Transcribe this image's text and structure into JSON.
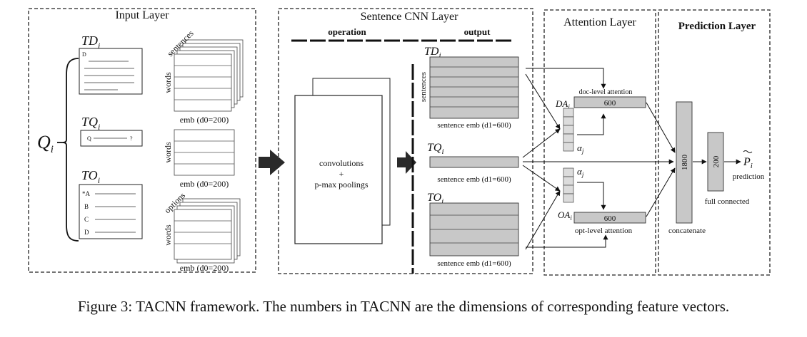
{
  "layers": {
    "input": "Input Layer",
    "cnn": "Sentence CNN Layer",
    "attention": "Attention Layer",
    "prediction": "Prediction Layer"
  },
  "cnn_header": {
    "operation": "operation",
    "output": "output"
  },
  "input": {
    "q": "Q",
    "q_sub": "i",
    "td": {
      "name": "TD",
      "sub": "i",
      "doc_letter": "D"
    },
    "tq": {
      "name": "TQ",
      "sub": "i",
      "q_letter": "Q",
      "qmark": "?"
    },
    "to": {
      "name": "TO",
      "sub": "i",
      "options": [
        "*A",
        "B",
        "C",
        "D"
      ]
    },
    "tensor_td": {
      "depth": "sentences",
      "rows": "words",
      "base": "emb (d0=200)"
    },
    "tensor_tq": {
      "rows": "words",
      "base": "emb (d0=200)"
    },
    "tensor_to": {
      "depth": "options",
      "rows": "words",
      "base": "emb (d0=200)"
    }
  },
  "cnn": {
    "op_line1": "convolutions",
    "op_line2": "+",
    "op_line3": "p-max poolings",
    "out_td": {
      "name": "TD",
      "sub": "i",
      "side": "sentences",
      "caption": "sentence emb (d1=600)"
    },
    "out_tq": {
      "name": "TQ",
      "sub": "i",
      "caption": "sentence emb (d1=600)"
    },
    "out_to": {
      "name": "TO",
      "sub": "i",
      "caption": "sentence emb (d1=600)"
    }
  },
  "attention": {
    "doc_label": "doc-level attention",
    "doc_vec": "600",
    "da": "DA",
    "da_sub": "i",
    "alpha1": "α",
    "alpha1_sub": "j",
    "alpha2": "α",
    "alpha2_sub": "j",
    "oa": "OA",
    "oa_sub": "i",
    "opt_vec": "600",
    "opt_label": "opt-level attention"
  },
  "prediction": {
    "concat_val": "1800",
    "concat_label": "concatenate",
    "fc_val": "200",
    "fc_label": "full connected",
    "p": "P",
    "p_sub": "i",
    "pred_label": "prediction"
  },
  "caption": "Figure 3: TACNN framework. The numbers in TACNN are the dimensions of corresponding feature vectors."
}
